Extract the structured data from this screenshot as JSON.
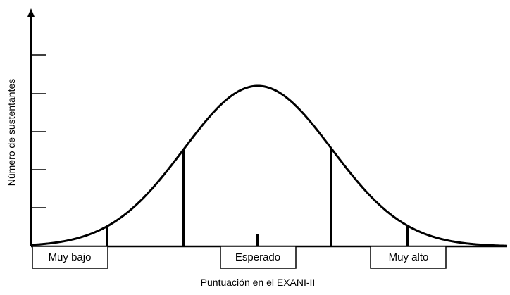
{
  "x_axis_label": "Puntuación en el EXANI-II",
  "y_axis_label": "Número de sustentantes",
  "categories": [
    {
      "label": "Muy bajo"
    },
    {
      "label": "Esperado"
    },
    {
      "label": "Muy alto"
    }
  ],
  "colors": {
    "ink": "#000000",
    "background": "#ffffff"
  }
}
